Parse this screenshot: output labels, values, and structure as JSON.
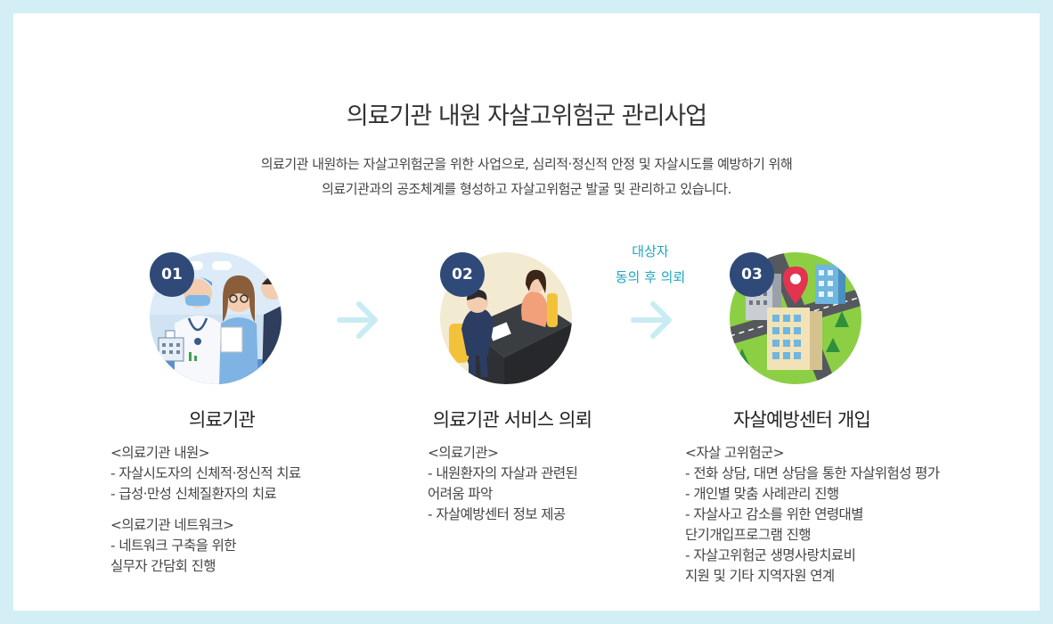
{
  "header": {
    "title": "의료기관 내원 자살고위험군 관리사업",
    "desc_line1": "의료기관 내원하는 자살고위험군을 위한 사업으로, 심리적·정신적 안정 및 자살시도를 예방하기 위해",
    "desc_line2": "의료기관과의 공조체계를 형성하고 자살고위험군 발굴 및 관리하고 있습니다."
  },
  "consent": {
    "line1": "대상자",
    "line2": "동의 후 의뢰"
  },
  "steps": [
    {
      "num": "01",
      "title": "의료기관",
      "lines": [
        "<의료기관 내원>",
        "- 자살시도자의 신체적·정신적 치료",
        "- 급성·만성 신체질환자의 치료"
      ],
      "lines2": [
        "<의료기관 네트워크>",
        "- 네트워크 구축을 위한",
        "실무자 간담회 진행"
      ]
    },
    {
      "num": "02",
      "title": "의료기관 서비스 의뢰",
      "lines": [
        "<의료기관>",
        "- 내원환자의 자살과 관련된",
        "어려움 파악",
        "- 자살예방센터 정보 제공"
      ]
    },
    {
      "num": "03",
      "title": "자살예방센터 개입",
      "lines": [
        "<자살 고위험군>",
        "- 전화 상담, 대면 상담을 통한 자살위험성 평가",
        "- 개인별 맞춤 사례관리 진행",
        "- 자살사고 감소를 위한 연령대별",
        "단기개입프로그램 진행",
        "- 자살고위험군 생명사랑치료비",
        "지원 및 기타 지역자원 연계"
      ]
    }
  ],
  "colors": {
    "badge": "#2f4a78",
    "accent": "#1ea5c0",
    "arrow": "#c9ecf3",
    "page_bg": "#d3eef5"
  },
  "icons": [
    "medical-staff-illustration",
    "consultation-illustration",
    "city-map-illustration",
    "arrow-right-icon"
  ]
}
